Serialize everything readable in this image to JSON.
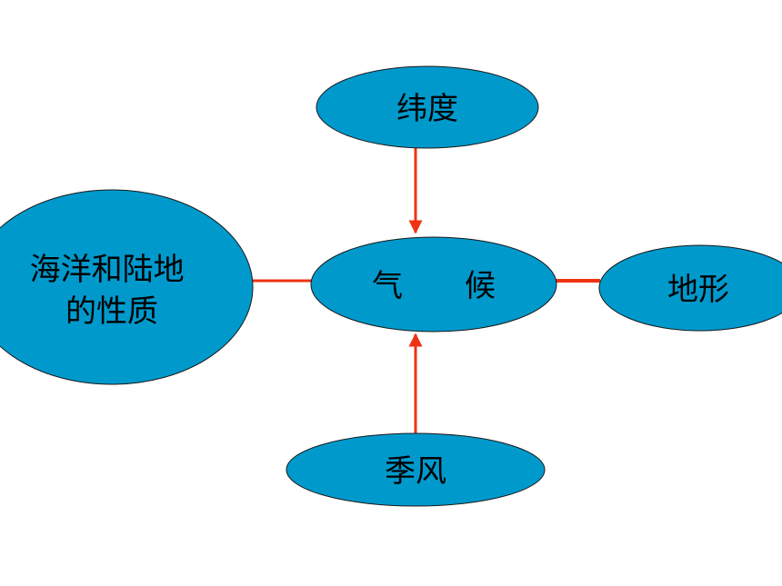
{
  "diagram": {
    "center": {
      "label": "气　　候"
    },
    "top": {
      "label": "纬度"
    },
    "left": {
      "lines": [
        "海洋和陆地",
        "的性质"
      ]
    },
    "right": {
      "label": "地形"
    },
    "bottom": {
      "label": "季风"
    }
  },
  "colors": {
    "node_fill": "#0099cc",
    "node_stroke": "#1a1a1a",
    "arrow": "#ee3311",
    "text": "#000000",
    "background": "#ffffff"
  }
}
